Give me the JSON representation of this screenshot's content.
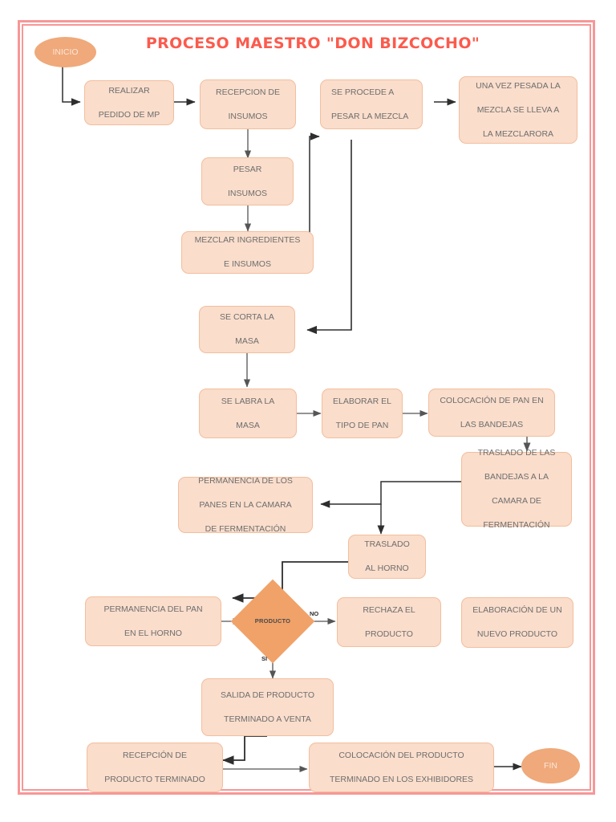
{
  "document": {
    "title": "PROCESO MAESTRO \"DON BIZCOCHO\"",
    "title_color": "#FB5B4D",
    "frame_color": "#F79797",
    "node_fill": "#FADDCB",
    "node_border": "#F3BE9D",
    "node_text_color": "#6E6E6E",
    "terminator_fill": "#EFA97A",
    "terminator_text_color": "#FCE6D8",
    "decision_fill": "#F0A269",
    "connector_color": "#3A3A3A",
    "background": "#FFFFFF"
  },
  "diagram": {
    "type": "flowchart",
    "terminators": [
      {
        "id": "inicio",
        "label": "INICIO"
      },
      {
        "id": "fin",
        "label": "FIN"
      }
    ],
    "decisions": [
      {
        "id": "producto",
        "label": "PRODUCTO",
        "branches": [
          "NO",
          "SI"
        ]
      }
    ],
    "nodes": [
      {
        "id": "realizar-pedido",
        "lines": [
          "REALIZAR",
          "PEDIDO DE MP"
        ]
      },
      {
        "id": "recepcion-insumos",
        "lines": [
          "RECEPCION DE",
          "INSUMOS"
        ]
      },
      {
        "id": "se-procede-pesar",
        "lines": [
          "SE PROCEDE A",
          "PESAR LA MEZCLA"
        ]
      },
      {
        "id": "una-vez-pesada",
        "lines": [
          "UNA VEZ PESADA LA",
          "MEZCLA SE LLEVA A",
          "LA MEZCLARORA"
        ]
      },
      {
        "id": "pesar-insumos",
        "lines": [
          "PESAR",
          "INSUMOS"
        ]
      },
      {
        "id": "mezclar-ingredientes",
        "lines": [
          "MEZCLAR INGREDIENTES",
          "E INSUMOS"
        ]
      },
      {
        "id": "se-corta-masa",
        "lines": [
          "SE CORTA LA",
          "MASA"
        ]
      },
      {
        "id": "se-labra-masa",
        "lines": [
          "SE LABRA LA",
          "MASA"
        ]
      },
      {
        "id": "elaborar-tipo-pan",
        "lines": [
          "ELABORAR EL",
          "TIPO DE PAN"
        ]
      },
      {
        "id": "colocacion-pan",
        "lines": [
          "COLOCACIÓN DE PAN EN",
          "LAS BANDEJAS"
        ]
      },
      {
        "id": "traslado-bandejas",
        "lines": [
          "TRASLADO DE LAS",
          "BANDEJAS A LA",
          "CAMARA DE",
          "FERMENTACIÓN"
        ]
      },
      {
        "id": "permanencia-camara",
        "lines": [
          "PERMANENCIA DE LOS",
          "PANES EN LA CAMARA",
          "DE FERMENTACIÓN"
        ]
      },
      {
        "id": "traslado-horno",
        "lines": [
          "TRASLADO",
          "AL HORNO"
        ]
      },
      {
        "id": "permanencia-horno",
        "lines": [
          "PERMANENCIA DEL PAN",
          "EN EL HORNO"
        ]
      },
      {
        "id": "rechaza-producto",
        "lines": [
          "RECHAZA EL",
          "PRODUCTO"
        ]
      },
      {
        "id": "elaboracion-nuevo",
        "lines": [
          "ELABORACIÓN DE UN",
          "NUEVO PRODUCTO"
        ]
      },
      {
        "id": "salida-producto",
        "lines": [
          "SALIDA DE PRODUCTO",
          "TERMINADO A VENTA"
        ]
      },
      {
        "id": "recepcion-terminado",
        "lines": [
          "RECEPCIÓN DE",
          "PRODUCTO TERMINADO"
        ]
      },
      {
        "id": "colocacion-exhibidores",
        "lines": [
          "COLOCACIÓN DEL PRODUCTO",
          "TERMINADO EN LOS EXHIBIDORES"
        ]
      }
    ],
    "edges": [
      {
        "from": "inicio",
        "to": "realizar-pedido",
        "label": ""
      },
      {
        "from": "realizar-pedido",
        "to": "recepcion-insumos",
        "label": ""
      },
      {
        "from": "recepcion-insumos",
        "to": "pesar-insumos",
        "label": ""
      },
      {
        "from": "pesar-insumos",
        "to": "mezclar-ingredientes",
        "label": ""
      },
      {
        "from": "mezclar-ingredientes",
        "to": "se-procede-pesar",
        "label": ""
      },
      {
        "from": "se-procede-pesar",
        "to": "una-vez-pesada",
        "label": ""
      },
      {
        "from": "una-vez-pesada",
        "to": "se-corta-masa",
        "label": ""
      },
      {
        "from": "se-corta-masa",
        "to": "se-labra-masa",
        "label": ""
      },
      {
        "from": "se-labra-masa",
        "to": "elaborar-tipo-pan",
        "label": ""
      },
      {
        "from": "elaborar-tipo-pan",
        "to": "colocacion-pan",
        "label": ""
      },
      {
        "from": "colocacion-pan",
        "to": "traslado-bandejas",
        "label": ""
      },
      {
        "from": "traslado-bandejas",
        "to": "permanencia-camara",
        "label": ""
      },
      {
        "from": "traslado-bandejas",
        "to": "traslado-horno",
        "label": ""
      },
      {
        "from": "traslado-horno",
        "to": "permanencia-horno",
        "label": ""
      },
      {
        "from": "permanencia-horno",
        "to": "producto",
        "label": ""
      },
      {
        "from": "producto",
        "to": "rechaza-producto",
        "label": "NO"
      },
      {
        "from": "producto",
        "to": "salida-producto",
        "label": "SI"
      },
      {
        "from": "salida-producto",
        "to": "recepcion-terminado",
        "label": ""
      },
      {
        "from": "recepcion-terminado",
        "to": "colocacion-exhibidores",
        "label": ""
      },
      {
        "from": "colocacion-exhibidores",
        "to": "fin",
        "label": ""
      }
    ]
  }
}
